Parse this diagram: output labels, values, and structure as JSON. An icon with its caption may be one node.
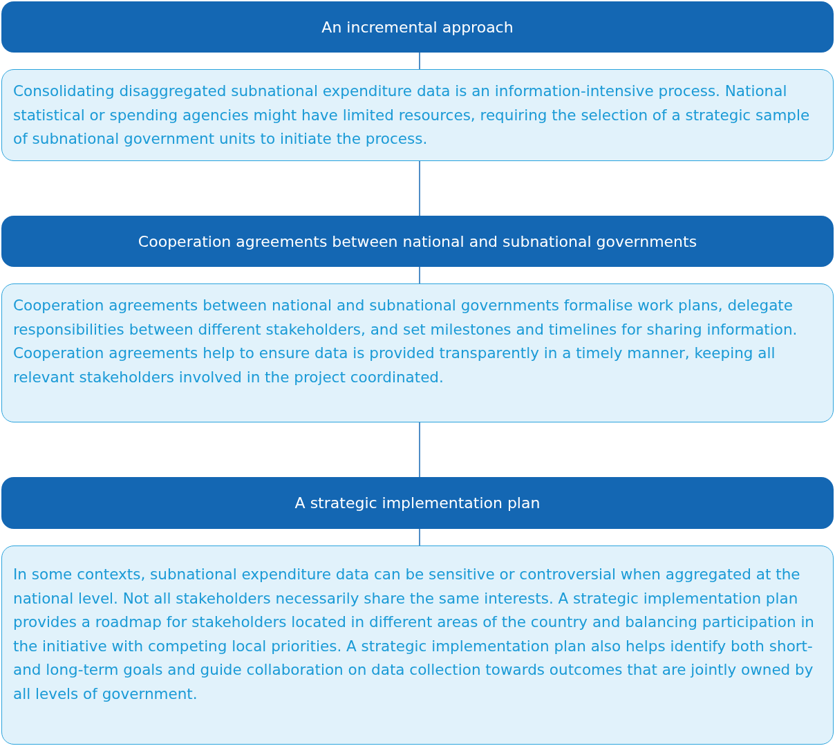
{
  "diagram": {
    "nodes": [
      {
        "text": [
          "An incremental approach"
        ]
      },
      {
        "text": [
          "Consolidating disaggregated subnational expenditure data is an information-intensive process. National statistical or spending agencies might have limited resources, requiring the selection of a strategic sample of subnational government units to initiate the process."
        ]
      },
      {
        "text": [
          "Cooperation agreements between national and subnational governments"
        ]
      },
      {
        "text": [
          "Cooperation agreements between national and subnational governments formalise work plans, delegate responsibilities between different stakeholders, and set milestones and timelines for sharing information. Cooperation agreements help to ensure data is provided transparently in a timely manner, keeping all relevant stakeholders involved in the project coordinated."
        ]
      },
      {
        "text": [
          "A strategic implementation plan"
        ]
      },
      {
        "text": [
          "In some contexts, subnational expenditure data can be sensitive or controversial when aggregated at the national level. Not all stakeholders necessarily share the same interests. A strategic implementation plan provides a roadmap for stakeholders located in different areas of the country and balancing participation in the initiative with competing local priorities. A strategic implementation plan also helps identify both short- and long-term goals and guide collaboration on data collection towards outcomes that are jointly owned by all levels of government."
        ]
      }
    ],
    "edges": [
      {
        "from": 0,
        "to": 1,
        "arrow": "none"
      },
      {
        "from": 1,
        "to": 2,
        "arrow": "none"
      },
      {
        "from": 2,
        "to": 3,
        "arrow": "none"
      },
      {
        "from": 3,
        "to": 4,
        "arrow": "none"
      },
      {
        "from": 4,
        "to": 5,
        "arrow": "none"
      }
    ]
  }
}
